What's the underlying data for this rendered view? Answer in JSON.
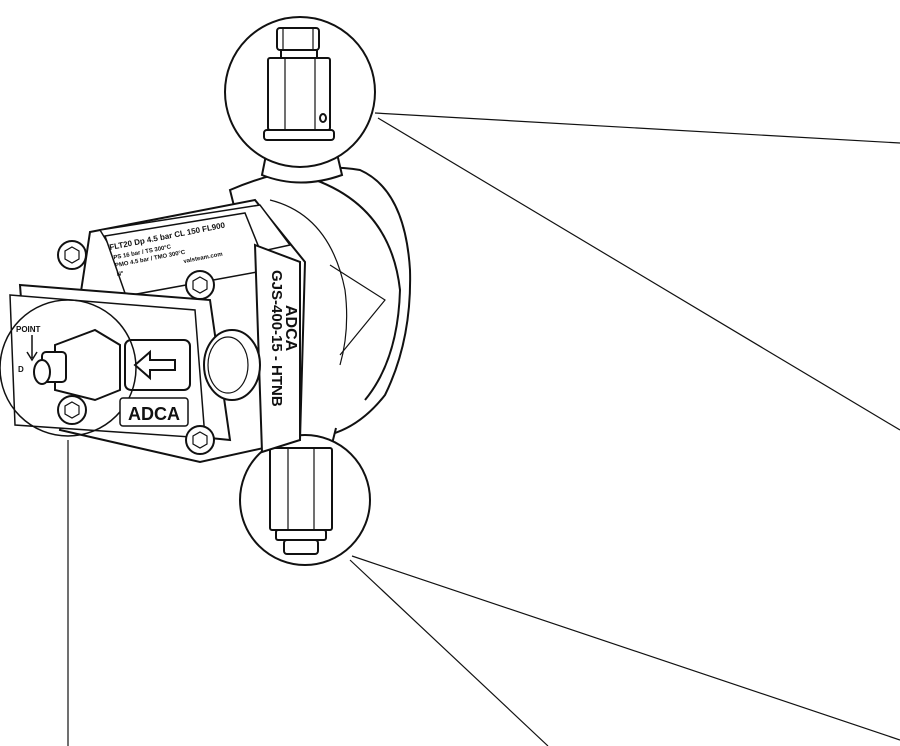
{
  "diagram": {
    "nameplate": {
      "line1": "FLT20 Dp 4.5 bar CL 150 FL900",
      "line2": "PS 16 bar / TS 300°C",
      "line3": "PMO 4.5 bar / TMO 300°C",
      "line4": "Nº",
      "line5": "valsteam.com"
    },
    "body_marking": "GJS-400-15 - HTNB",
    "brand_logo": "ADCA",
    "front_logo": "ADCA",
    "arrow_label_top": "POINT",
    "arrow_label_bottom": "D"
  }
}
